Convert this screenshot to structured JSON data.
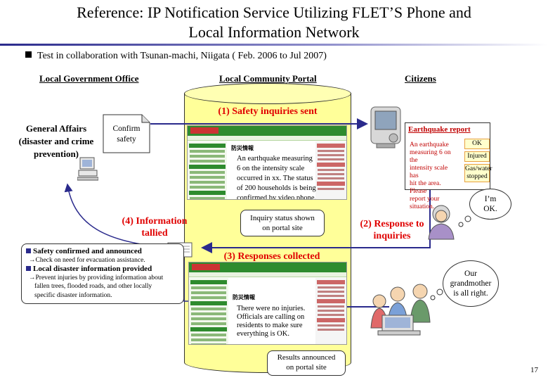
{
  "title_line1": "Reference: IP Notification Service Utilizing FLET’S Phone and",
  "title_line2": "Local Information Network",
  "bullet": "Test in collaboration with Tsunan-machi, Niigata ( Feb. 2006 to Jul 2007)",
  "columns": {
    "left": "Local Government Office",
    "middle": "Local Community Portal",
    "right": "Citizens"
  },
  "steps": {
    "step1": "(1) Safety inquiries sent",
    "step2_line1": "(2) Response to",
    "step2_line2": "inquiries",
    "step3": "(3) Responses collected",
    "step4_line1": "(4) Information",
    "step4_line2": "tallied"
  },
  "general_affairs": [
    "General Affairs",
    "(disaster and crime",
    "prevention)"
  ],
  "confirm_note": [
    "Confirm",
    "safety"
  ],
  "portal_top": {
    "heading": "防災情報",
    "text": [
      "An earthquake measuring",
      "6 on the intensity scale",
      "occurred in xx. The status",
      "of 200 households is being",
      "confirmed by video phone."
    ]
  },
  "portal_bottom": {
    "heading": "防災情報",
    "text": [
      "There were no injuries.",
      "Officials are calling on",
      "residents to make sure",
      "everything is OK."
    ]
  },
  "callout_inquiry": [
    "Inquiry status shown",
    "on portal site"
  ],
  "callout_results": [
    "Results announced",
    "on portal site"
  ],
  "left_box": {
    "h1": "Safety confirmed and announced",
    "s1": "→Check on need for evacuation assistance.",
    "h2": "Local disaster information provided",
    "s2": [
      "→Prevent injuries by providing information about",
      "fallen trees, flooded roads, and other locally",
      "specific disaster information."
    ]
  },
  "earthquake_report": {
    "title": "Earthquake report",
    "text": [
      "An earthquake",
      "measuring 6 on the",
      "intensity scale has",
      "hit the area. Please",
      "report your situation."
    ],
    "buttons": [
      "OK",
      "Injured",
      "Gas/water stopped"
    ]
  },
  "thought_ok": [
    "I’m",
    "OK."
  ],
  "thought_grandmother": [
    "Our",
    "grandmother",
    "is all right."
  ],
  "page_number": "17",
  "colors": {
    "flow_arrow": "#2a2a8c",
    "label_red": "#e00000",
    "cylinder": "#ffff99"
  }
}
